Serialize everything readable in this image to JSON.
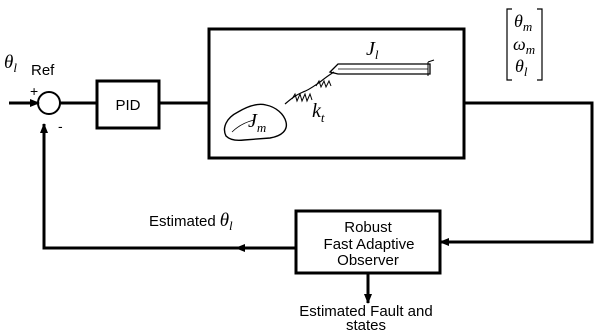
{
  "reference": {
    "symbol": "θ",
    "subscript": "l",
    "label": "Ref"
  },
  "summing_junction": {
    "plus": "+",
    "minus": "-"
  },
  "controller": {
    "label": "PID"
  },
  "plant": {
    "load_inertia": {
      "symbol": "J",
      "subscript": "l"
    },
    "motor_inertia": {
      "symbol": "J",
      "subscript": "m"
    },
    "stiffness": {
      "symbol": "k",
      "subscript": "t"
    }
  },
  "state_vector": [
    {
      "symbol": "θ",
      "subscript": "m"
    },
    {
      "symbol": "ω",
      "subscript": "m"
    },
    {
      "symbol": "θ",
      "subscript": "l"
    }
  ],
  "observer": {
    "lines": [
      "Robust",
      "Fast Adaptive",
      "Observer"
    ]
  },
  "feedback": {
    "label": "Estimated",
    "symbol": "θ",
    "subscript": "l"
  },
  "output": {
    "lines": [
      "Estimated Fault and",
      "states"
    ]
  }
}
